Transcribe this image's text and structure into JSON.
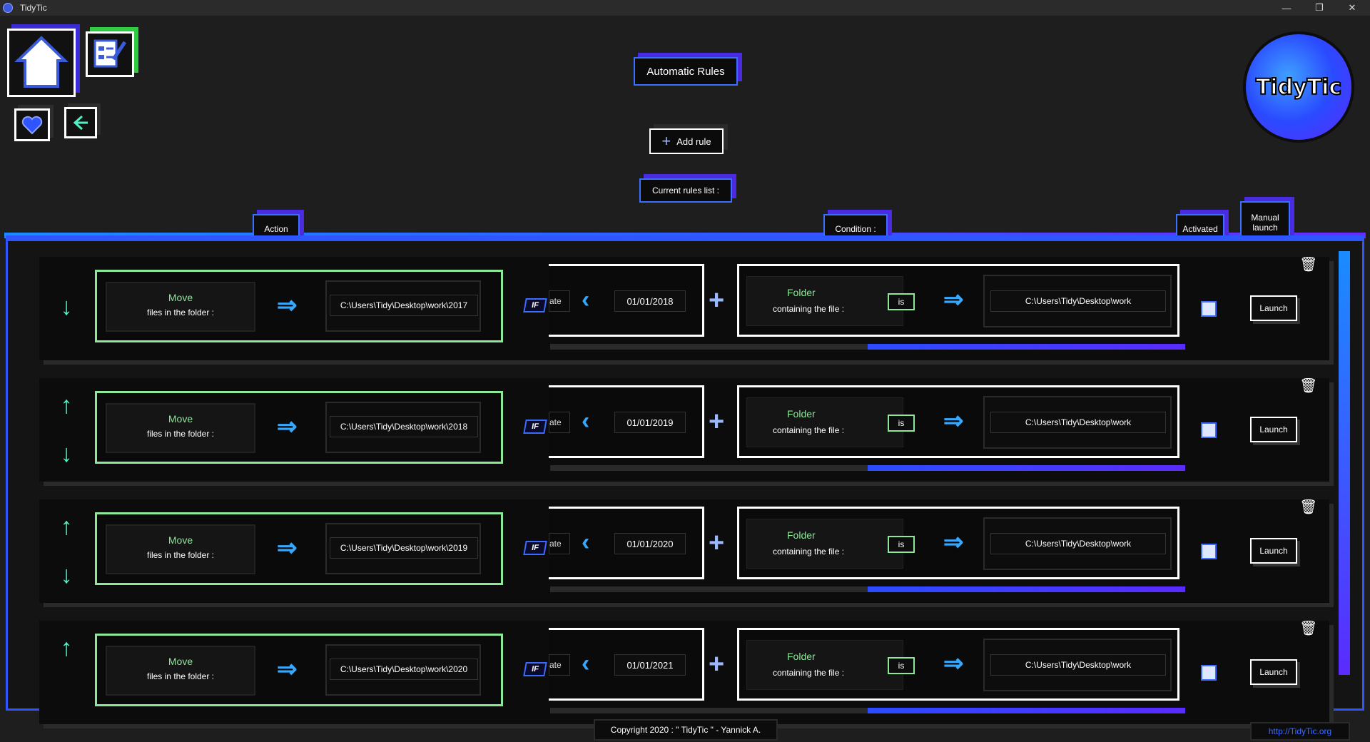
{
  "window": {
    "title": "TidyTic",
    "controls": [
      "—",
      "❐",
      "✕"
    ]
  },
  "header": {
    "page_title": "Automatic Rules",
    "add_rule_label": "Add rule",
    "rules_list_label": "Current rules list :"
  },
  "nav": {
    "home_icon": "home-icon",
    "rules_icon": "edit-rules-icon",
    "favorite_icon": "heart-icon",
    "back_icon": "back-arrow-icon"
  },
  "logo": {
    "text": "TidyTic"
  },
  "columns": {
    "action": "Action",
    "condition": "Condition :",
    "activated": "Activated",
    "manual_launch": "Manual launch"
  },
  "rules": [
    {
      "action": "Move",
      "action_sub": "files in the folder :",
      "target": "C:\\Users\\Tidy\\Desktop\\work\\2017",
      "cond_stub": "ate",
      "date": "01/01/2018",
      "cond_label": "Folder",
      "cond_sub": "containing the file :",
      "op": "is",
      "source": "C:\\Users\\Tidy\\Desktop\\work",
      "launch": "Launch",
      "progress": 0.5
    },
    {
      "action": "Move",
      "action_sub": "files in the folder :",
      "target": "C:\\Users\\Tidy\\Desktop\\work\\2018",
      "cond_stub": "ate",
      "date": "01/01/2019",
      "cond_label": "Folder",
      "cond_sub": "containing the file :",
      "op": "is",
      "source": "C:\\Users\\Tidy\\Desktop\\work",
      "launch": "Launch",
      "progress": 0.5
    },
    {
      "action": "Move",
      "action_sub": "files in the folder :",
      "target": "C:\\Users\\Tidy\\Desktop\\work\\2019",
      "cond_stub": "ate",
      "date": "01/01/2020",
      "cond_label": "Folder",
      "cond_sub": "containing the file :",
      "op": "is",
      "source": "C:\\Users\\Tidy\\Desktop\\work",
      "launch": "Launch",
      "progress": 0.5
    },
    {
      "action": "Move",
      "action_sub": "files in the folder :",
      "target": "C:\\Users\\Tidy\\Desktop\\work\\2020",
      "cond_stub": "ate",
      "date": "01/01/2021",
      "cond_label": "Folder",
      "cond_sub": "containing the file :",
      "op": "is",
      "source": "C:\\Users\\Tidy\\Desktop\\work",
      "launch": "Launch",
      "progress": 0.5
    }
  ],
  "if_label": "IF",
  "footer": {
    "copyright": "Copyright 2020 : \" TidyTic \" - Yannick A.",
    "link": "http://TidyTic.org"
  },
  "colors": {
    "accent_blue": "#2f55ff",
    "accent_purple": "#5a2bff",
    "accent_green": "#8de89a",
    "arrow_cyan": "#35a8ff"
  }
}
